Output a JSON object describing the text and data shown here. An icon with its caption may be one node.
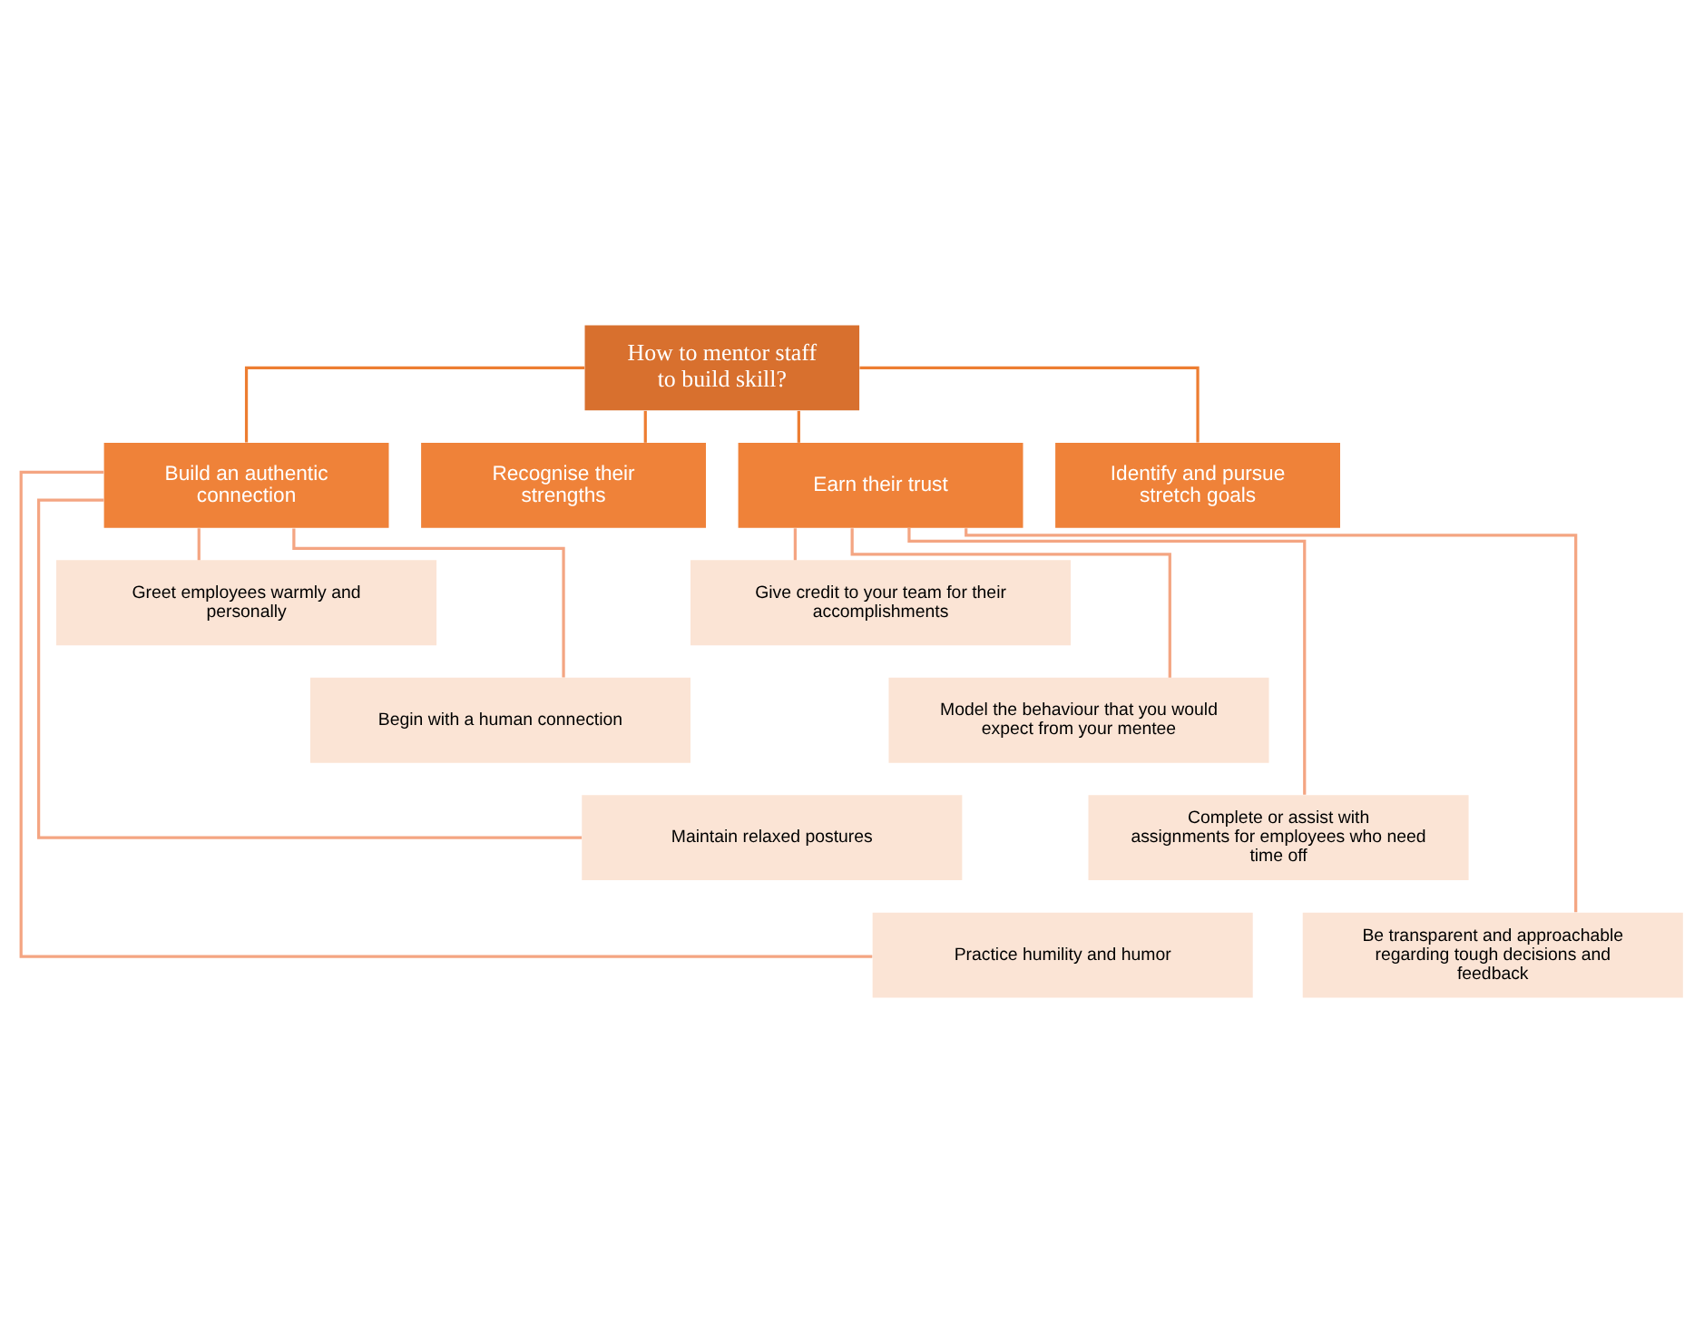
{
  "diagram": {
    "nodes": [
      {
        "text": [
          "How to mentor staff to build skill?"
        ]
      },
      {
        "text": [
          "Build an authentic connection"
        ]
      },
      {
        "text": [
          "Recognise their strengths"
        ]
      },
      {
        "text": [
          "Earn their trust"
        ]
      },
      {
        "text": [
          "Identify and pursue stretch goals"
        ]
      },
      {
        "text": [
          "Greet employees warmly and personally"
        ]
      },
      {
        "text": [
          "Begin with a human connection"
        ]
      },
      {
        "text": [
          "Maintain relaxed postures"
        ]
      },
      {
        "text": [
          "Practice humility and humor"
        ]
      },
      {
        "text": [
          "Give credit to your team for their accomplishments"
        ]
      },
      {
        "text": [
          "Model the behaviour that you would expect from your mentee"
        ]
      },
      {
        "text": [
          "Complete or assist with assignments for employees who need time off"
        ]
      },
      {
        "text": [
          "Be transparent and approachable regarding tough decisions and feedback"
        ]
      }
    ],
    "edges": [
      {
        "from": 0,
        "to": 1,
        "arrow": "none",
        "color": "#ed7d31"
      },
      {
        "from": 0,
        "to": 2,
        "arrow": "none",
        "color": "#ed7d31"
      },
      {
        "from": 0,
        "to": 3,
        "arrow": "none",
        "color": "#ed7d31"
      },
      {
        "from": 0,
        "to": 4,
        "arrow": "none",
        "color": "#ed7d31"
      },
      {
        "from": 1,
        "to": 5,
        "arrow": "none"
      },
      {
        "from": 1,
        "to": 6,
        "arrow": "none"
      },
      {
        "from": 1,
        "to": 7,
        "arrow": "none"
      },
      {
        "from": 1,
        "to": 8,
        "arrow": "none"
      },
      {
        "from": 3,
        "to": 9,
        "arrow": "none"
      },
      {
        "from": 3,
        "to": 10,
        "arrow": "none"
      },
      {
        "from": 3,
        "to": 11,
        "arrow": "none"
      },
      {
        "from": 3,
        "to": 12,
        "arrow": "none"
      }
    ]
  }
}
